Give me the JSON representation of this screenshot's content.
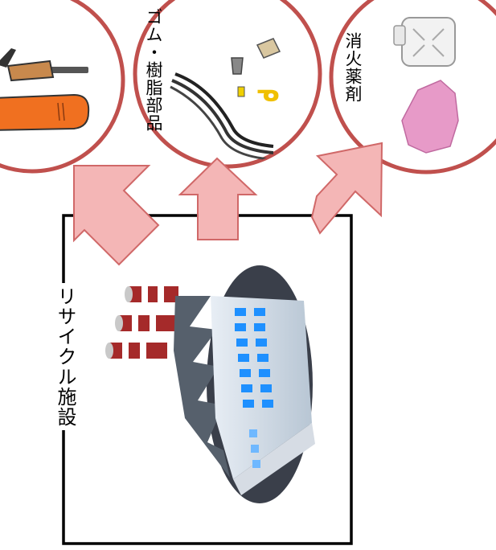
{
  "facility": {
    "label": "リサイクル施設"
  },
  "outputs": [
    {
      "id": "metals",
      "label": ""
    },
    {
      "id": "rubber-resin",
      "label": "ゴム・樹脂部品"
    },
    {
      "id": "extinguishant",
      "label": "消火薬剤"
    }
  ],
  "colors": {
    "circle_border": "#c0504d",
    "arrow_fill": "#f4b6b6",
    "arrow_stroke": "#d06868",
    "factory_windows": "#1e90ff",
    "chimney_red": "#a52a2a",
    "extinguisher_orange": "#f07020",
    "powder_pink": "#e79ac8"
  }
}
